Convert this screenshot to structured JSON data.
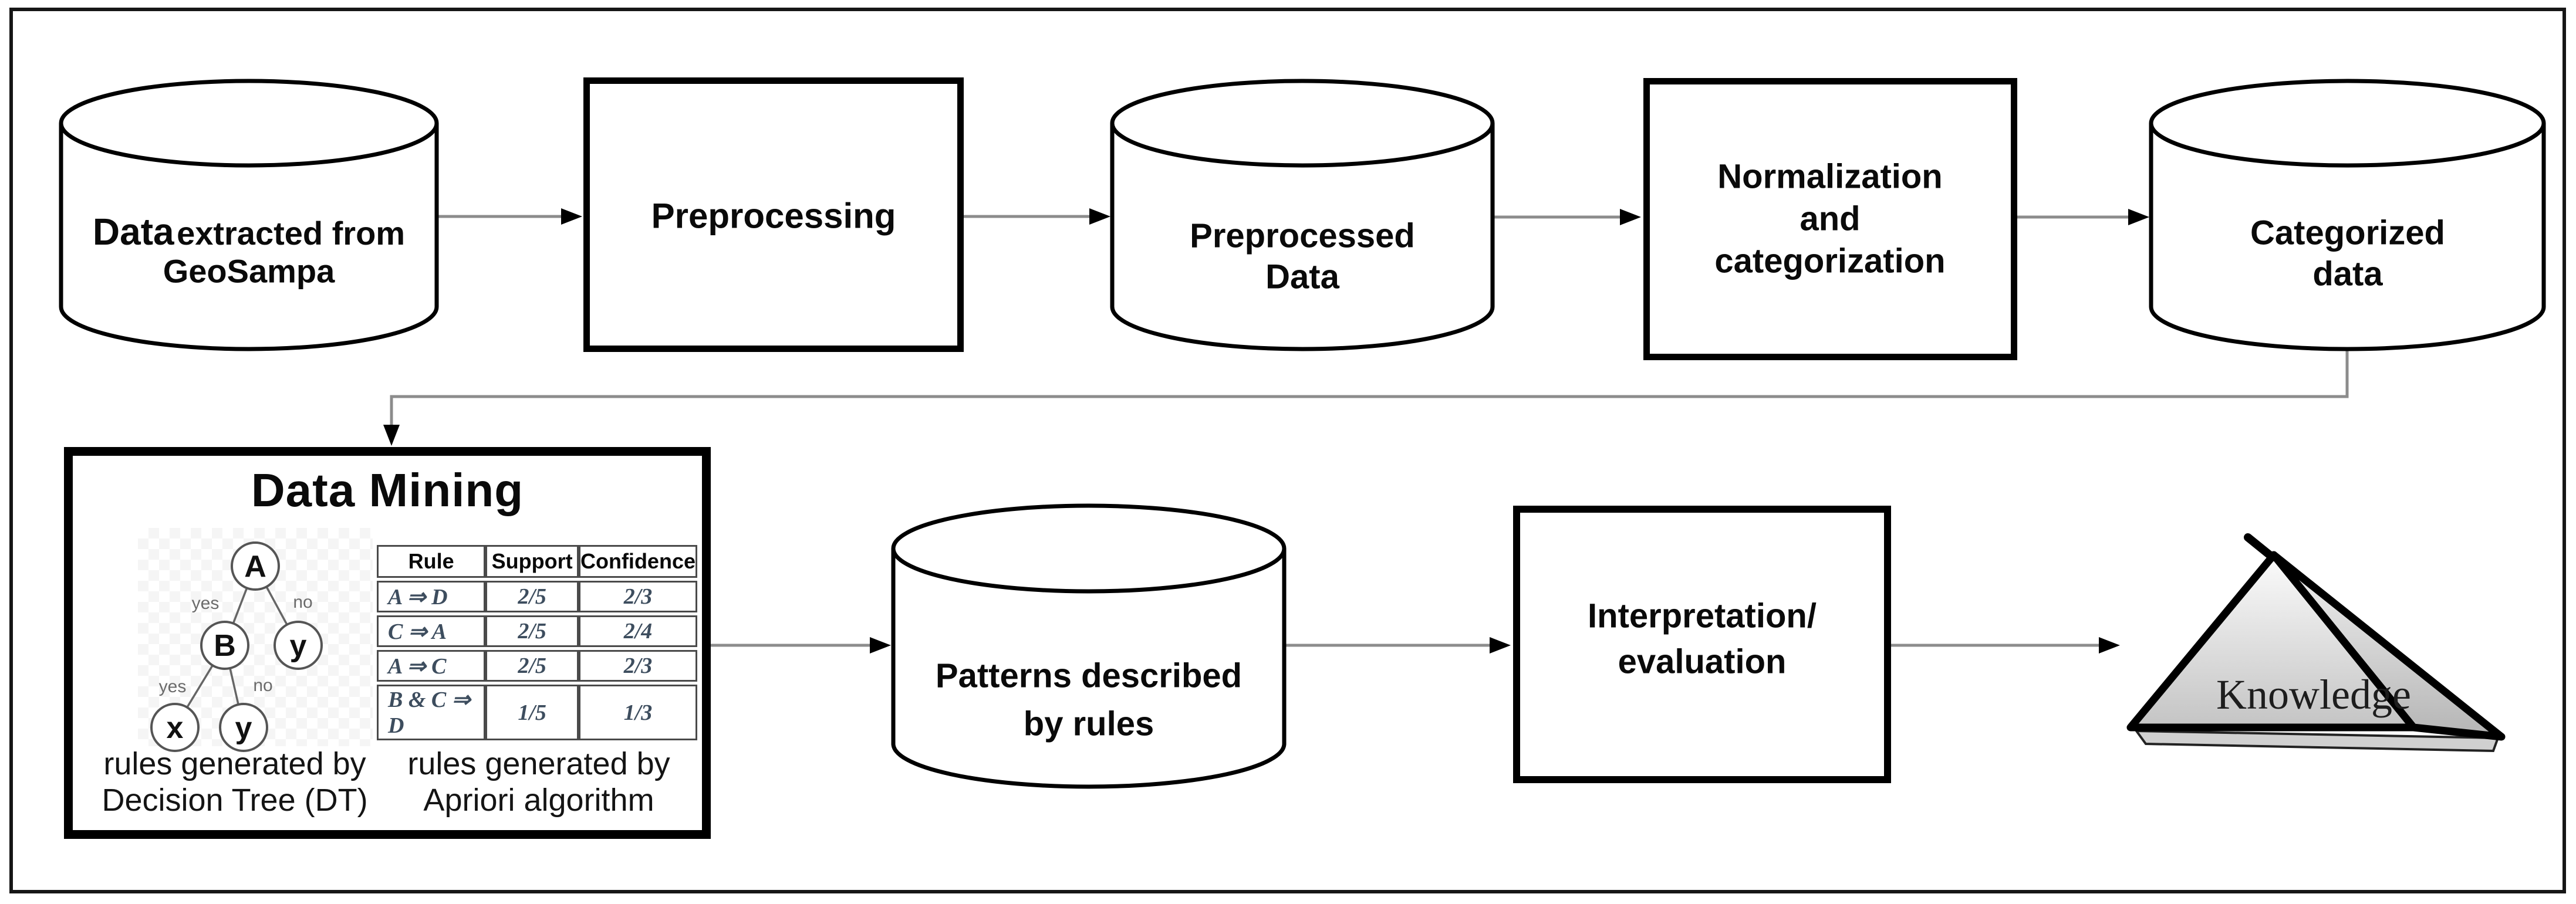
{
  "top_row": {
    "cyl_data": {
      "line1_bold": "Data",
      "line1_rest": "extracted from",
      "line2": "GeoSampa"
    },
    "box_preprocessing": {
      "label": "Preprocessing"
    },
    "cyl_preprocessed": {
      "line1": "Preprocessed",
      "line2": "Data"
    },
    "box_normalization": {
      "line1": "Normalization",
      "line2": "and",
      "line3": "categorization"
    },
    "cyl_categorized": {
      "line1": "Categorized",
      "line2": "data"
    }
  },
  "data_mining": {
    "title": "Data Mining",
    "tree": {
      "nodes": {
        "root": "A",
        "left": "B",
        "right": "y",
        "leaf1": "x",
        "leaf2": "y"
      },
      "edge_labels": {
        "root_left": "yes",
        "root_right": "no",
        "b_left": "yes",
        "b_right": "no"
      }
    },
    "table": {
      "headers": [
        "Rule",
        "Support",
        "Confidence"
      ],
      "rows": [
        {
          "rule": "A ⇒ D",
          "support": "2/5",
          "confidence": "2/3"
        },
        {
          "rule": "C ⇒ A",
          "support": "2/5",
          "confidence": "2/4"
        },
        {
          "rule": "A ⇒ C",
          "support": "2/5",
          "confidence": "2/3"
        },
        {
          "rule": "B & C ⇒ D",
          "support": "1/5",
          "confidence": "1/3"
        }
      ]
    },
    "caption_left_line1": "rules generated by",
    "caption_left_line2": "Decision Tree (DT)",
    "caption_right_line1": "rules generated by",
    "caption_right_line2": "Apriori algorithm"
  },
  "bottom_row": {
    "cyl_patterns": {
      "line1": "Patterns described",
      "line2": "by rules"
    },
    "box_interpretation": {
      "line1": "Interpretation/",
      "line2": "evaluation"
    },
    "knowledge": {
      "label": "Knowledge"
    }
  },
  "colors": {
    "ink": "#000000",
    "arrow_line": "#8c8c8c",
    "rule_text": "#3d4d5e",
    "pyramid_light": "#fbfbfb",
    "pyramid_dark": "#c4c4c4"
  }
}
